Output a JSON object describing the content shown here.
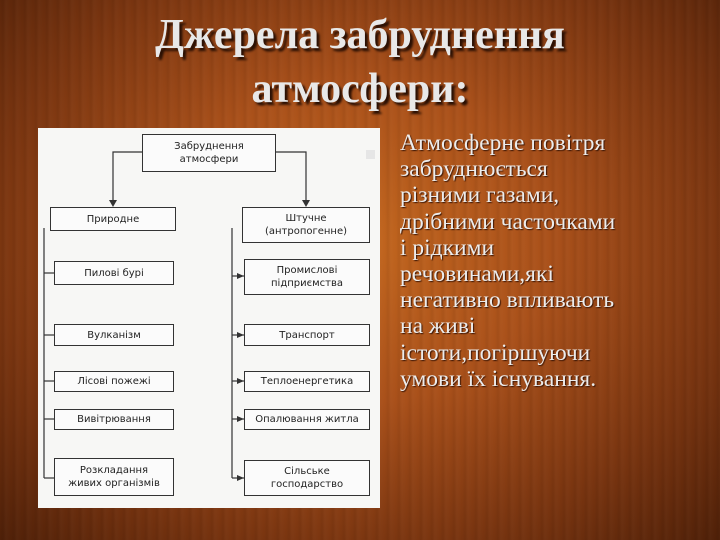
{
  "slide": {
    "title": "Джерела забруднення\nатмосфери:",
    "body": "Атмосферне повітря\nзабруднюється\nрізними газами,\nдрібними часточками\nі рідкими\nречовинами,які\nнегативно впливають\nна живі\nістоти,погіршуючи\nумови їх існування."
  },
  "diagram": {
    "root": "Забруднення\nатмосфери",
    "natural": {
      "label": "Природне",
      "items": [
        "Пилові бурі",
        "Вулканізм",
        "Лісові пожежі",
        "Вивітрювання",
        "Розкладання\nживих організмів"
      ]
    },
    "artificial": {
      "label": "Штучне\n(антропогенне)",
      "items": [
        "Промислові\nпідприємства",
        "Транспорт",
        "Теплоенергетика",
        "Опалювання житла",
        "Сільське\nгосподарство"
      ]
    }
  },
  "colors": {
    "background": "#a9501a",
    "text": "#ececec",
    "panel": "#f7f7f5"
  }
}
